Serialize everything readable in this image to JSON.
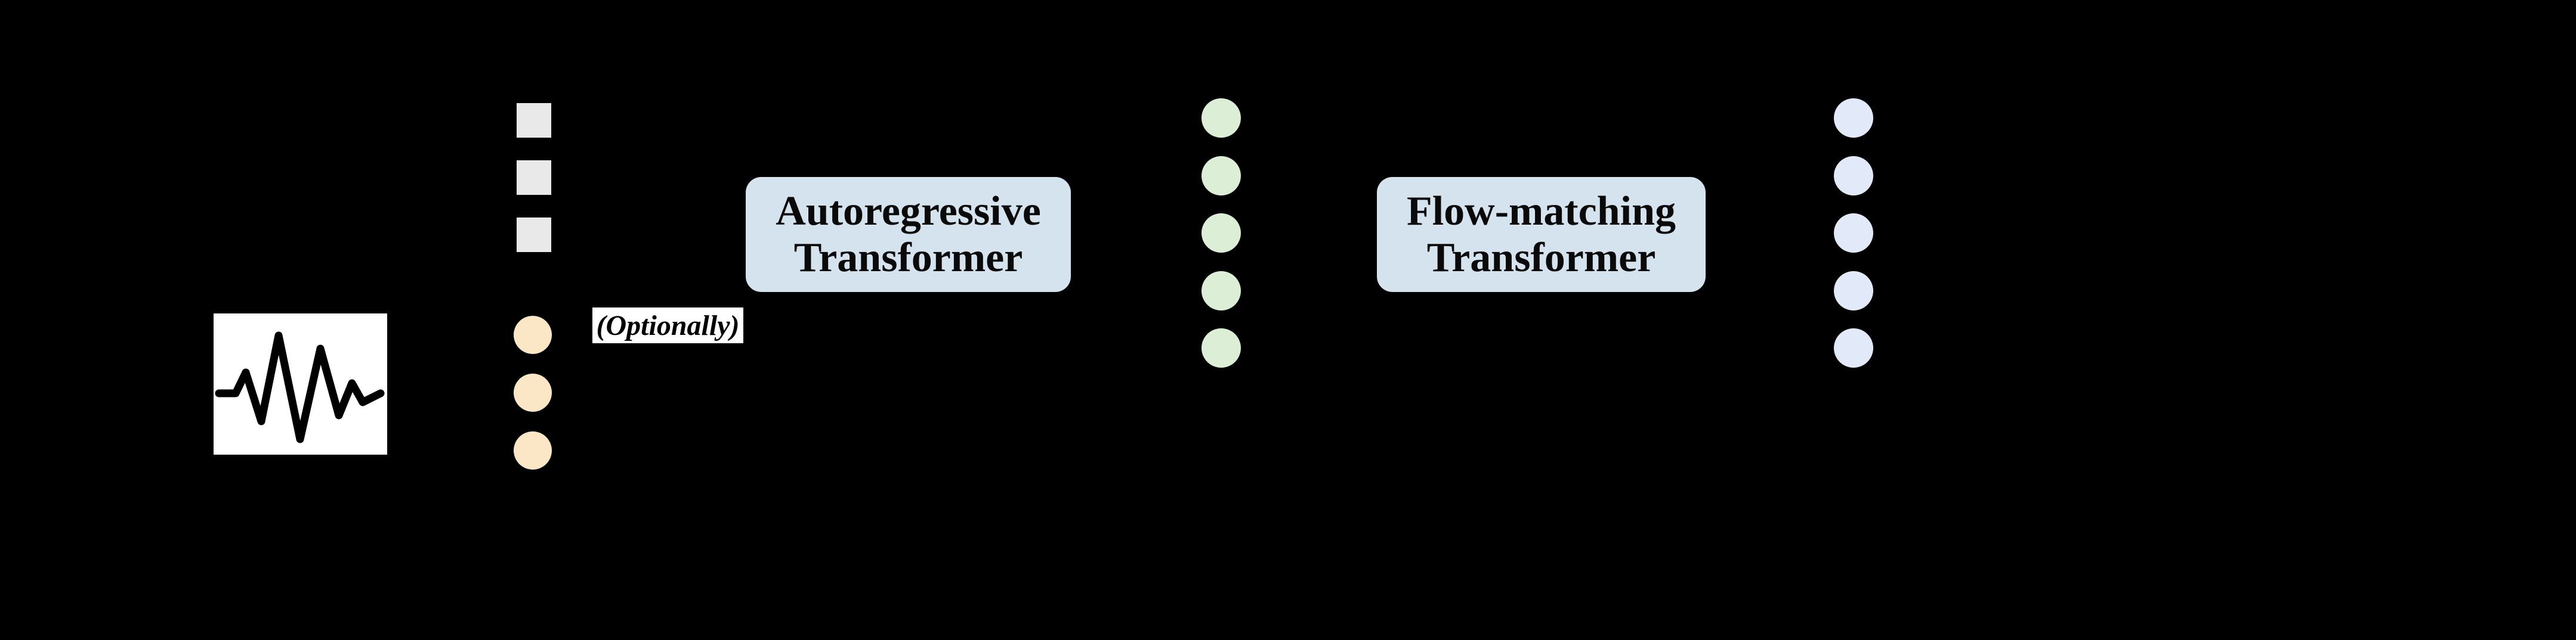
{
  "background": "#000000",
  "waveform": {
    "icon": "waveform-icon",
    "box_bg": "#ffffff",
    "stroke": "#000000"
  },
  "gray_squares": {
    "count": 3,
    "shape": "square",
    "color": "#e9e9e9"
  },
  "orange_circles": {
    "count": 3,
    "shape": "circle",
    "color": "#fbe7c6"
  },
  "optionally": {
    "label": "(Optionally)",
    "bg": "#ffffff",
    "text_color": "#000000"
  },
  "autoregressive_box": {
    "line1": "Autoregressive",
    "line2": "Transformer",
    "bg": "#d5e3ee",
    "text_color": "#0a0a0a"
  },
  "green_circles": {
    "count": 5,
    "shape": "circle",
    "color": "#dcefd6"
  },
  "flow_matching_box": {
    "line1": "Flow-matching",
    "line2": "Transformer",
    "bg": "#d5e3ee",
    "text_color": "#0a0a0a"
  },
  "purple_circles": {
    "count": 5,
    "shape": "circle",
    "color": "#e2e9f8"
  }
}
